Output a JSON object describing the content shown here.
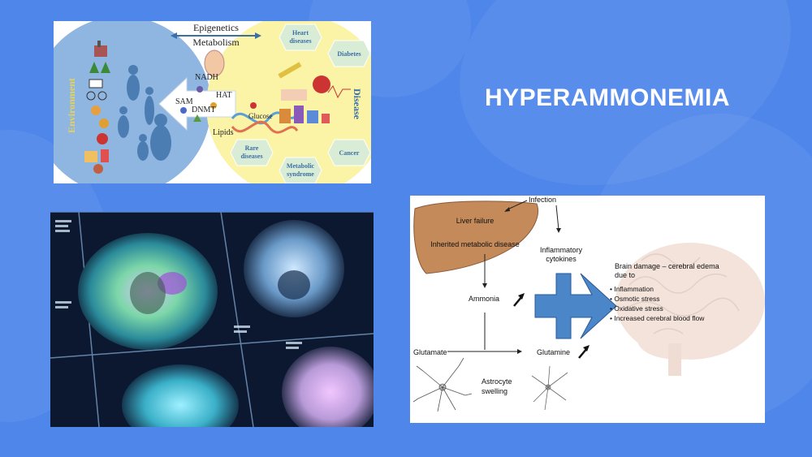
{
  "slide": {
    "title": "HYPERAMMONEMIA",
    "accent_bg": "#4f86ea"
  },
  "epi": {
    "top_label_1": "Epigenetics",
    "top_label_2": "Metabolism",
    "environment": "Environment",
    "disease": "Disease",
    "molecules": [
      "NADH",
      "HAT",
      "SAM",
      "DNMT",
      "Glucose",
      "Lipids"
    ],
    "hexagons": [
      "Heart diseases",
      "Diabetes",
      "Cancer",
      "Metabolic syndrome",
      "Rare diseases"
    ]
  },
  "mri": {
    "caption": "",
    "dominant_color": "#0b1830"
  },
  "pathway": {
    "infection": "Infection",
    "liver_failure": "Liver failure",
    "inherited": "Inherited metabolic disease",
    "inflammatory": "Inflammatory",
    "cytokines": "cytokines",
    "ammonia": "Ammonia",
    "glutamate": "Glutamate",
    "glutamine": "Glutamine",
    "astrocyte_1": "Astrocyte",
    "astrocyte_2": "swelling",
    "brain_title_1": "Brain damage – cerebral edema",
    "brain_title_2": "due to",
    "bullets": [
      "• Inflammation",
      "• Osmotic stress",
      "• Oxidative stress",
      "• Increased cerebral blood flow"
    ]
  }
}
